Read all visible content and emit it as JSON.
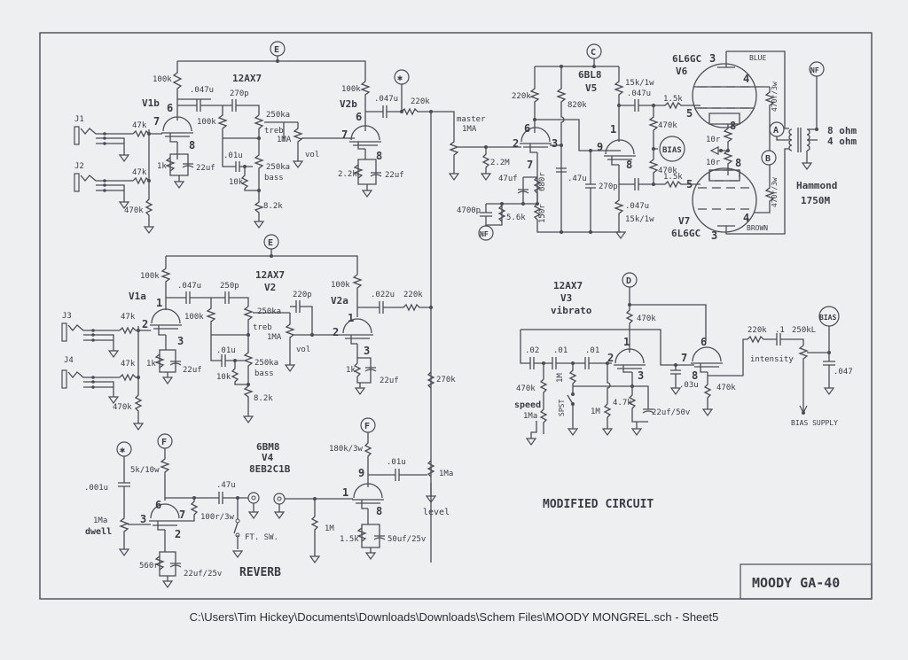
{
  "sheet": {
    "title_block": "MOODY GA-40",
    "note": "MODIFIED CIRCUIT",
    "footer_path": "C:\\Users\\Tim Hickey\\Documents\\Downloads\\Downloads\\Schem Files\\MOODY MONGREL.sch  -  Sheet5"
  },
  "nodes": {
    "E": "E",
    "C": "C",
    "D": "D",
    "F": "F",
    "A": "A",
    "B": "B",
    "NF": "NF",
    "BIAS": "BIAS",
    "star": "✱"
  },
  "preamp1": {
    "tube_type": "12AX7",
    "v1b": "V1b",
    "v2b": "V2b",
    "jacks": [
      "J1",
      "J2"
    ],
    "r_in1": "47k",
    "r_in2": "47k",
    "r_grid": "470k",
    "plate_r1": "100k",
    "cath_r1": "1k",
    "cath_c1": "22uf",
    "cap1": ".047u",
    "cap_treb": "270p",
    "r_tone": "100k",
    "cap_bass": ".01u",
    "treb_pot": "250ka",
    "treb_label": "treb",
    "bass_pot": "250ka",
    "bass_label": "bass",
    "r_10k": "10k",
    "r_82k": "8.2k",
    "vol_pot": "1MA",
    "vol_label": "vol",
    "plate_r2": "100k",
    "cap2": ".047u",
    "cath_r2": "2.2k",
    "cath_c2": "22uf",
    "r_mix": "220k",
    "pins": {
      "p6": "6",
      "p7": "7",
      "p8": "8",
      "q6": "6",
      "q7": "7",
      "q8": "8"
    }
  },
  "preamp2": {
    "tube_type": "12AX7",
    "v_label": "V2",
    "v1a": "V1a",
    "v2a": "V2a",
    "jacks": [
      "J3",
      "J4"
    ],
    "r_in1": "47k",
    "r_in2": "47k",
    "r_grid": "470k",
    "plate_r1": "100k",
    "cath_r1": "1k",
    "cath_c1": "22uf",
    "cap1": ".047u",
    "cap_treb": "250p",
    "r_tone": "100k",
    "cap_bass": ".01u",
    "treb_pot": "250ka",
    "treb_label": "treb",
    "bass_pot": "250ka",
    "bass_label": "bass",
    "r_10k": "10k",
    "r_82k": "8.2k",
    "vol_pot": "1MA",
    "vol_label": "vol",
    "cap_bright": "220p",
    "plate_r2": "100k",
    "cap2": ".022u",
    "cath_r2": "1k",
    "cath_c2": "22uf",
    "r_mix": "220k",
    "r_270k": "270k",
    "pins": {
      "p1": "1",
      "p2": "2",
      "p3": "3",
      "q1": "1",
      "q2": "2",
      "q3": "3"
    }
  },
  "phase_inverter": {
    "tube_type": "6BL8",
    "v_label": "V5",
    "master_label": "master",
    "master_pot": "1MA",
    "r_22M": "2.2M",
    "r_220k": "220k",
    "r_820k": "820k",
    "r_15k_top": "15k/1w",
    "r_15k_bot": "15k/1w",
    "cap_47uf": "47uf",
    "r_680": "680r",
    "r_150": "150r",
    "cap_4700p": "4700p",
    "r_56k": "5.6k",
    "cap_047_top": ".047u",
    "cap_047_bot": ".047u",
    "cap_47u": ".47u",
    "cap_270p": "270p",
    "pins": {
      "p6": "6",
      "p2": "2",
      "p3": "3",
      "p7": "7",
      "p1": "1",
      "p9": "9",
      "p8": "8"
    }
  },
  "power_amp": {
    "v6_type": "6L6GC",
    "v6": "V6",
    "v7": "V7",
    "v7_type": "6L6GC",
    "r_grid_top": "1.5k",
    "r_grid_bot": "1.5k",
    "r_bias_top": "470k",
    "r_bias_bot": "470k",
    "r_screen_top": "470r/3w",
    "r_screen_bot": "470r/3w",
    "r_10r_a": "10r",
    "r_10r_b": "10r",
    "wire_blue": "BLUE",
    "wire_brown": "BROWN",
    "ot_8ohm": "8 ohm",
    "ot_4ohm": "4 ohm",
    "ot_brand": "Hammond",
    "ot_model": "1750M",
    "pins": {
      "a3": "3",
      "a4": "4",
      "a5": "5",
      "a8": "8",
      "b3": "3",
      "b4": "4",
      "b5": "5",
      "b8": "8"
    }
  },
  "vibrato": {
    "tube_type": "12AX7",
    "v_label": "V3",
    "function": "vibrato",
    "cap_02": ".02",
    "cap_01a": ".01",
    "cap_01b": ".01",
    "r_470k_plate": "470k",
    "r_470k_speed": "470k",
    "speed_label": "speed",
    "speed_pot": "1Ma",
    "r_1M_a": "1M",
    "switch": "SPST",
    "r_1M_b": "1M",
    "r_47k": "4.7k",
    "cap_cath": "22uf/50v",
    "cap_03": ".03u",
    "r_470k_cath": "470k",
    "r_220k": "220k",
    "cap_1": ".1",
    "int_pot": "250kL",
    "int_label": "intensity",
    "cap_047": ".047",
    "bias_supply": "BIAS SUPPLY",
    "pins": {
      "p1": "1",
      "p2": "2",
      "p3": "3",
      "p6": "6",
      "p7": "7",
      "p8": "8"
    }
  },
  "reverb": {
    "tube_type": "6BM8",
    "v_label": "V4",
    "alt_type": "8EB2C1B",
    "cap_001": ".001u",
    "dwell_pot": "1Ma",
    "dwell_label": "dwell",
    "r_5k": "5k/10w",
    "r_100r": "100r/3w",
    "cap_47u": ".47u",
    "r_560": "560r",
    "cap_cath1": "22uf/25v",
    "switch": "FT. SW.",
    "label": "REVERB",
    "r_180k": "180k/3w",
    "cap_01u": ".01u",
    "level_pot": "1Ma",
    "level_label": "level",
    "r_1M": "1M",
    "r_15k": "1.5k",
    "cap_cath2": "50uf/25v",
    "pins": {
      "p6": "6",
      "p3": "3",
      "p7": "7",
      "p2": "2",
      "p9": "9",
      "p1": "1",
      "p8": "8"
    }
  }
}
